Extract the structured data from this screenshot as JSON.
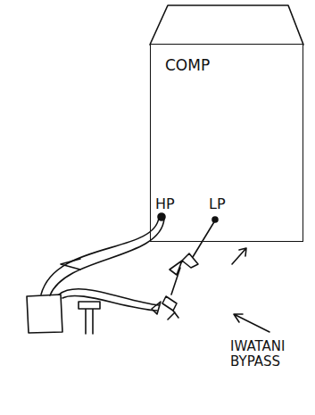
{
  "diagram": {
    "nodes": [
      {
        "text": [
          "COMP",
          "HP",
          "LP"
        ]
      }
    ],
    "labels": [
      "IWATANI BYPASS"
    ]
  }
}
